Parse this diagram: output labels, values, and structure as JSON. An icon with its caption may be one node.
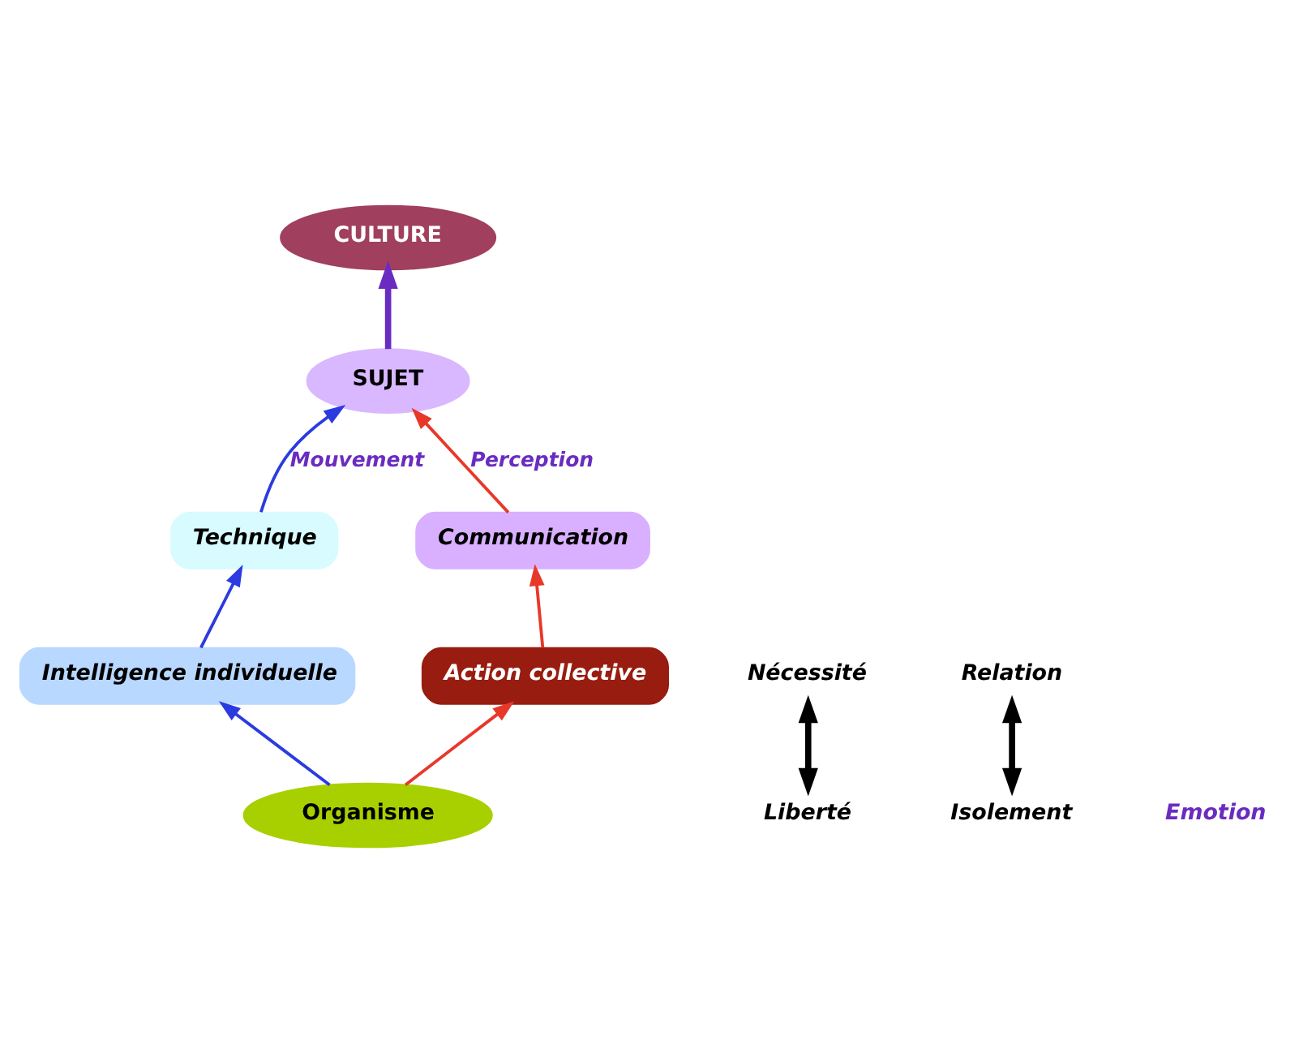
{
  "diagram": {
    "nodes": [
      {
        "text": [
          "Technique"
        ]
      },
      {
        "text": [
          "SUJET"
        ]
      },
      {
        "text": [
          "CULTURE"
        ]
      },
      {
        "text": [
          "Intelligence individuelle"
        ]
      },
      {
        "text": [
          "Organisme"
        ]
      },
      {
        "text": [
          "Action collective"
        ]
      },
      {
        "text": [
          "Communication"
        ]
      },
      {
        "text": [
          "Liberté"
        ]
      },
      {
        "text": [
          "Nécessité"
        ]
      },
      {
        "text": [
          "Isolement"
        ]
      },
      {
        "text": [
          "Relation"
        ]
      }
    ],
    "edges": [
      {
        "from": 4,
        "to": 3,
        "arrow": "to",
        "color": "#2b3be0"
      },
      {
        "from": 3,
        "to": 0,
        "arrow": "to",
        "color": "#2b3be0"
      },
      {
        "from": 0,
        "to": 1,
        "arrow": "to",
        "label": "Mouvement",
        "color": "#2b3be0"
      },
      {
        "from": 1,
        "to": 2,
        "arrow": "to",
        "style": "thick",
        "color": "#6a2cc0"
      },
      {
        "from": 4,
        "to": 5,
        "arrow": "to",
        "color": "#e8382a"
      },
      {
        "from": 5,
        "to": 6,
        "arrow": "to",
        "color": "#e8382a"
      },
      {
        "from": 6,
        "to": 1,
        "arrow": "to",
        "label": "Perception",
        "color": "#e8382a"
      },
      {
        "from": 7,
        "to": 8,
        "arrow": "both",
        "style": "thick",
        "color": "#000000"
      },
      {
        "from": 9,
        "to": 10,
        "arrow": "both",
        "style": "thick",
        "color": "#000000"
      }
    ],
    "labels": [
      "Emotion"
    ]
  }
}
